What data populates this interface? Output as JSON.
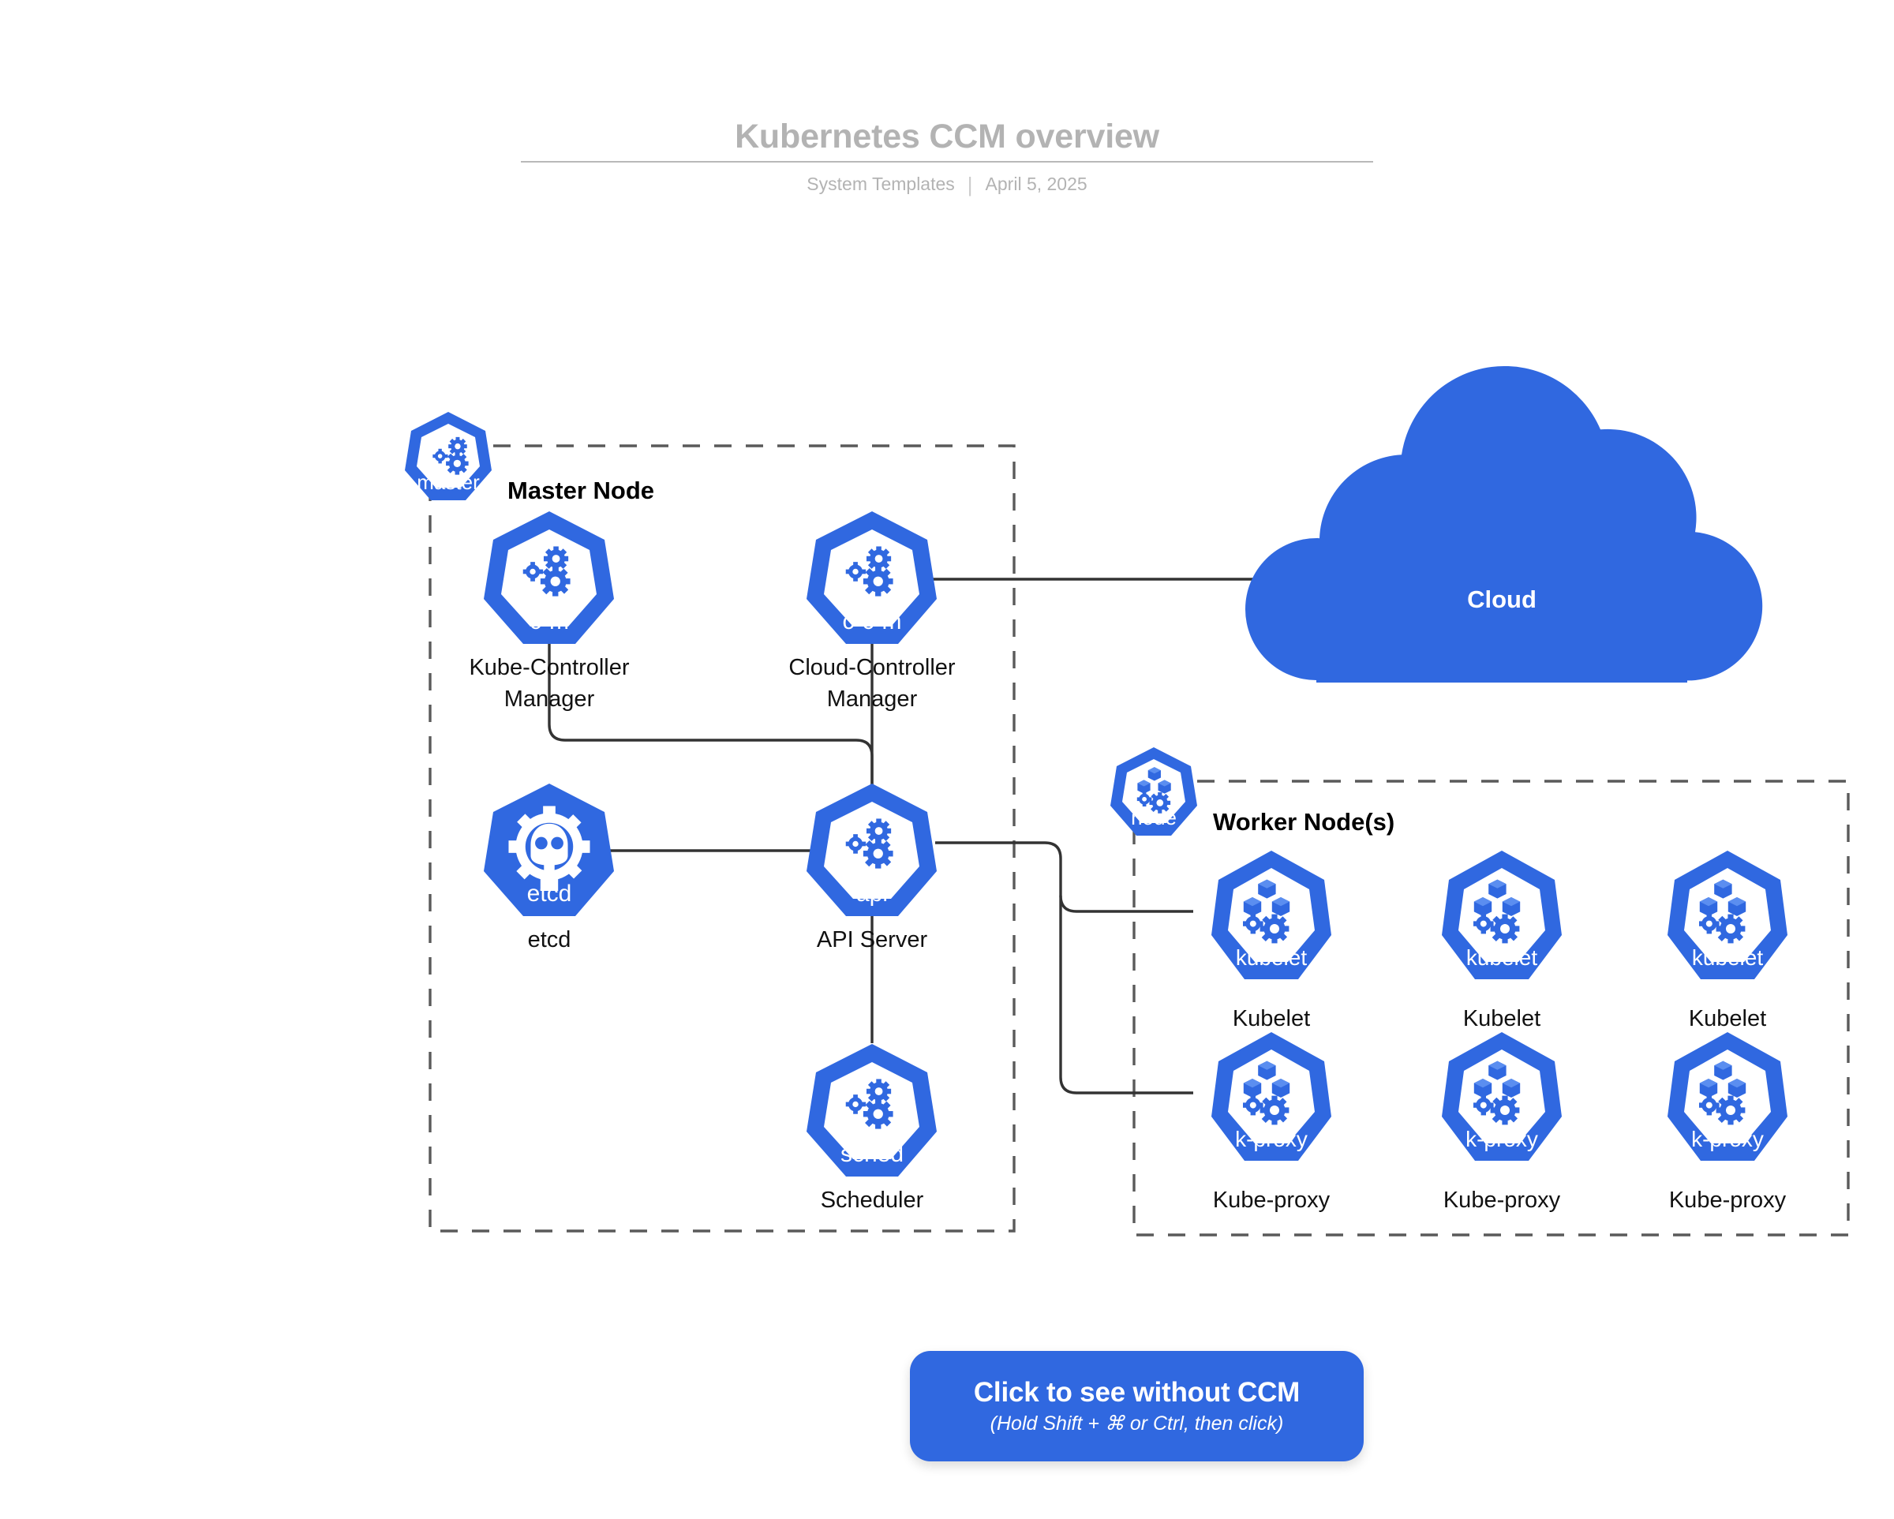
{
  "header": {
    "title": "Kubernetes CCM overview",
    "source": "System Templates",
    "separator": "|",
    "date": "April 5, 2025"
  },
  "groups": {
    "master": {
      "badge": "master",
      "title": "Master Node"
    },
    "worker": {
      "badge": "node",
      "title": "Worker Node(s)"
    }
  },
  "cloud": {
    "label": "Cloud"
  },
  "nodes": {
    "cm": {
      "badge": "c-m",
      "label_line1": "Kube-Controller",
      "label_line2": "Manager"
    },
    "ccm": {
      "badge": "c-c-m",
      "label_line1": "Cloud-Controller",
      "label_line2": "Manager"
    },
    "etcd": {
      "badge": "etcd",
      "label_line1": "etcd",
      "label_line2": ""
    },
    "api": {
      "badge": "api",
      "label_line1": "API Server",
      "label_line2": ""
    },
    "sched": {
      "badge": "sched",
      "label_line1": "Scheduler",
      "label_line2": ""
    },
    "kubelet1": {
      "badge": "kubelet",
      "label_line1": "Kubelet",
      "label_line2": ""
    },
    "kubelet2": {
      "badge": "kubelet",
      "label_line1": "Kubelet",
      "label_line2": ""
    },
    "kubelet3": {
      "badge": "kubelet",
      "label_line1": "Kubelet",
      "label_line2": ""
    },
    "kproxy1": {
      "badge": "k-proxy",
      "label_line1": "Kube-proxy",
      "label_line2": ""
    },
    "kproxy2": {
      "badge": "k-proxy",
      "label_line1": "Kube-proxy",
      "label_line2": ""
    },
    "kproxy3": {
      "badge": "k-proxy",
      "label_line1": "Kube-proxy",
      "label_line2": ""
    }
  },
  "button": {
    "main": "Click to see without CCM",
    "sub": "(Hold Shift + ⌘ or Ctrl, then click)"
  },
  "colors": {
    "kube_blue": "#3068e0",
    "header_gray": "#b3b3b3",
    "connector": "#333333",
    "dashed_border": "#5a5a5a",
    "background": "#ffffff"
  }
}
